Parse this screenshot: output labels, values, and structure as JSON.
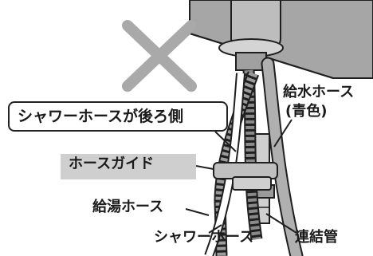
{
  "callout": {
    "label": "シャワーホースが後ろ側"
  },
  "labels": {
    "hose_guide": "ホースガイド",
    "water_hose": "給水ホース",
    "water_hose_color": "(青色)",
    "hot_water_hose": "給湯ホース",
    "shower_hose": "シャワーホース",
    "connecting_pipe": "連結管"
  },
  "marks": {
    "incorrect_mark": "✕",
    "colors": {
      "outline": "#1f1f1f",
      "faucet_gray": "#9a9a9a",
      "cross_gray": "#a9a9a9",
      "guide_box_gray": "#cfcfcf"
    }
  }
}
